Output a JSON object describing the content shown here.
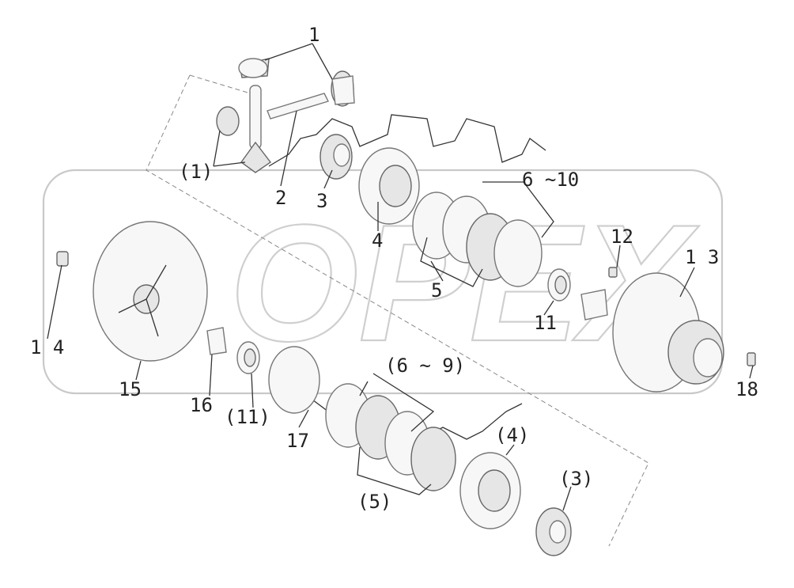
{
  "diagram": {
    "watermark": "OPEX",
    "labels": {
      "l1": "1",
      "l1b": "(1)",
      "l2": "2",
      "l3": "3",
      "l3b": "(3)",
      "l4": "4",
      "l4b": "(4)",
      "l5": "5",
      "l5b": "(5)",
      "l610": "6 ~10",
      "l69": "(6 ~ 9)",
      "l11": "11",
      "l11b": "(11)",
      "l12": "12",
      "l13": "1 3",
      "l14": "1 4",
      "l15": "15",
      "l16": "16",
      "l17": "17",
      "l18": "18"
    }
  }
}
